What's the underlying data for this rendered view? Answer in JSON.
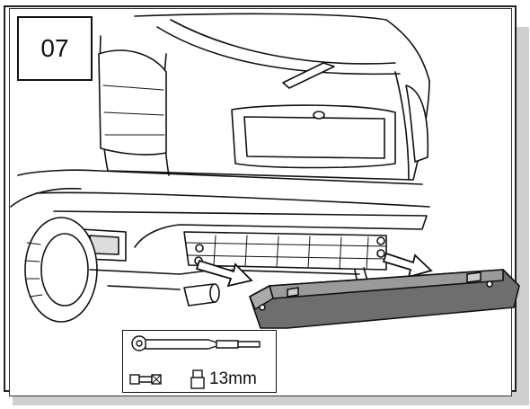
{
  "step": {
    "number": "07"
  },
  "tools": {
    "socket_size": "13mm"
  },
  "icons": [
    "car-rear-illustration",
    "removal-arrow-icon",
    "ratchet-icon",
    "extension-bar-icon",
    "socket-icon",
    "rear-beam-illustration"
  ]
}
